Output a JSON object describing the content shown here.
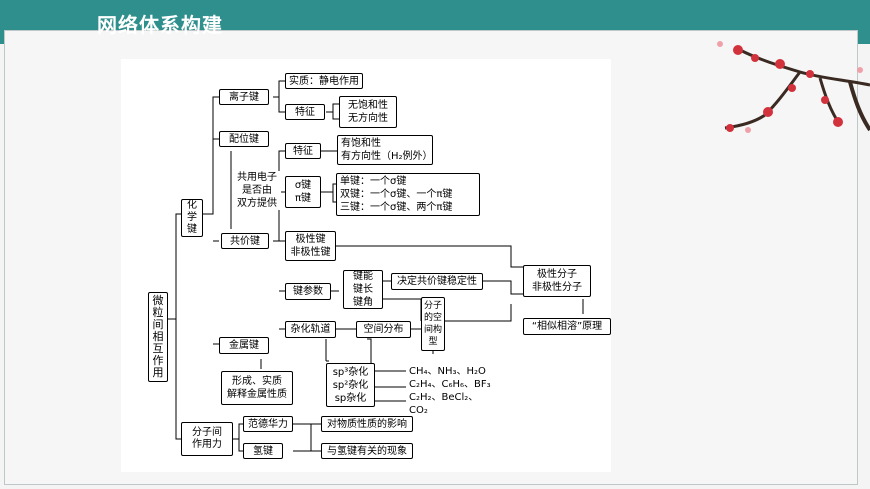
{
  "header": {
    "title": "网络体系构建"
  },
  "root": "微粒间相互作用",
  "chemical_bond": "化学键",
  "intermolecular_force": "分子间作用力",
  "ionic": {
    "label": "离子键",
    "essence": "实质：静电作用",
    "feature": "特征",
    "features": [
      "无饱和性",
      "无方向性"
    ]
  },
  "coordinate": {
    "label": "配位键",
    "note_lines": [
      "共用电子",
      "是否由",
      "双方提供"
    ]
  },
  "covalent": {
    "label": "共价键",
    "feature": "特征",
    "features": [
      "有饱和性",
      "有方向性（H₂例外）"
    ],
    "sigma_pi": [
      "σ键",
      "π键"
    ],
    "bond_types": [
      "单键：一个σ键",
      "双键：一个σ键、一个π键",
      "三键：一个σ键、两个π键"
    ],
    "polarity": [
      "极性键",
      "非极性键"
    ],
    "params_label": "键参数",
    "params": [
      "键能",
      "键长",
      "键角"
    ],
    "stability": "决定共价键稳定性",
    "hybrid_label": "杂化轨道",
    "spatial": "空间分布",
    "molecule_shape": [
      "分子",
      "的空",
      "间构",
      "型"
    ],
    "hybrids": [
      "sp³杂化",
      "sp²杂化",
      "sp杂化"
    ],
    "examples": [
      "CH₄、NH₃、H₂O",
      "C₂H₄、C₆H₆、BF₃",
      "C₂H₂、BeCl₂、CO₂"
    ],
    "mol_polarity": [
      "极性分子",
      "非极性分子"
    ],
    "like_dissolves": "“相似相溶”原理"
  },
  "metallic": {
    "label": "金属键",
    "note_lines": [
      "形成、实质",
      "解释金属性质"
    ]
  },
  "intermolecular": {
    "vdw": "范德华力",
    "vdw_effect": "对物质性质的影响",
    "hbond": "氢键",
    "hbond_effect": "与氢键有关的现象"
  }
}
